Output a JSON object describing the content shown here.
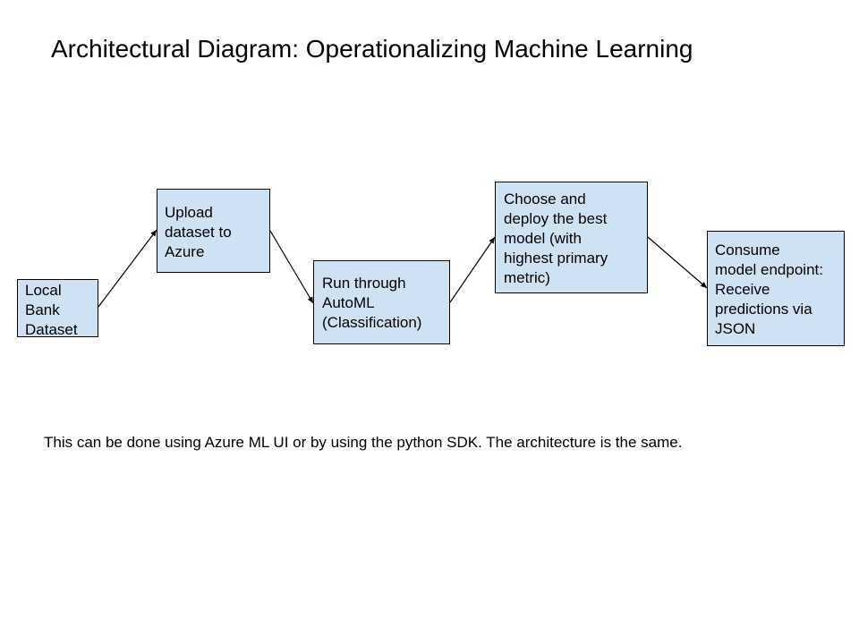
{
  "title": "Architectural Diagram: Operationalizing Machine Learning",
  "nodes": [
    {
      "id": "local-bank-dataset",
      "lines": [
        "Local",
        "Bank",
        "Dataset"
      ]
    },
    {
      "id": "upload-dataset",
      "lines": [
        "Upload",
        "dataset to",
        "Azure"
      ]
    },
    {
      "id": "run-automl",
      "lines": [
        "Run through",
        "AutoML",
        "(Classification)"
      ]
    },
    {
      "id": "choose-deploy-model",
      "lines": [
        "Choose and",
        "deploy the best",
        "model (with",
        "highest primary",
        "metric)"
      ]
    },
    {
      "id": "consume-endpoint",
      "lines": [
        "Consume",
        "model endpoint:",
        "Receive",
        "predictions via",
        "JSON"
      ]
    }
  ],
  "colors": {
    "box_fill": "#cfe2f3",
    "box_border": "#000000",
    "text": "#000000",
    "background": "#ffffff"
  },
  "note": "This can be done using Azure ML UI or by using the python SDK. The architecture is the same."
}
